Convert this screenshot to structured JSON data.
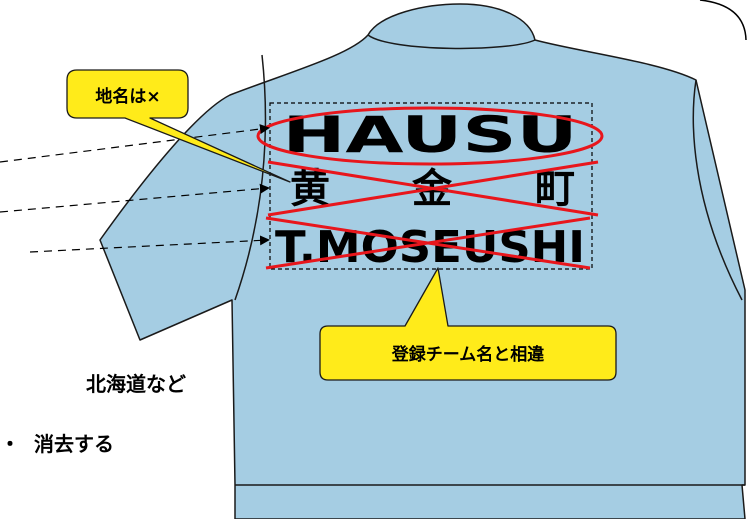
{
  "colors": {
    "shirt": "#a5cde3",
    "outline": "#1a1a1a",
    "cross": "#e8161c",
    "callout_fill": "#ffeb1a",
    "callout_border": "#1a1a1a"
  },
  "shirt_print": {
    "line1": "HAUSU",
    "line2_chars": [
      "黄",
      "金",
      "町"
    ],
    "line3": "T.MOSEUSHI"
  },
  "callouts": {
    "place_name": "地名は×",
    "team_name": "登録チーム名と相違"
  },
  "side_notes": {
    "note1": "北海道など",
    "note2": "消去する"
  },
  "icons": {
    "arrow": "dashed-arrow-icon",
    "cross": "red-x-icon",
    "ellipse": "red-ellipse-icon"
  }
}
